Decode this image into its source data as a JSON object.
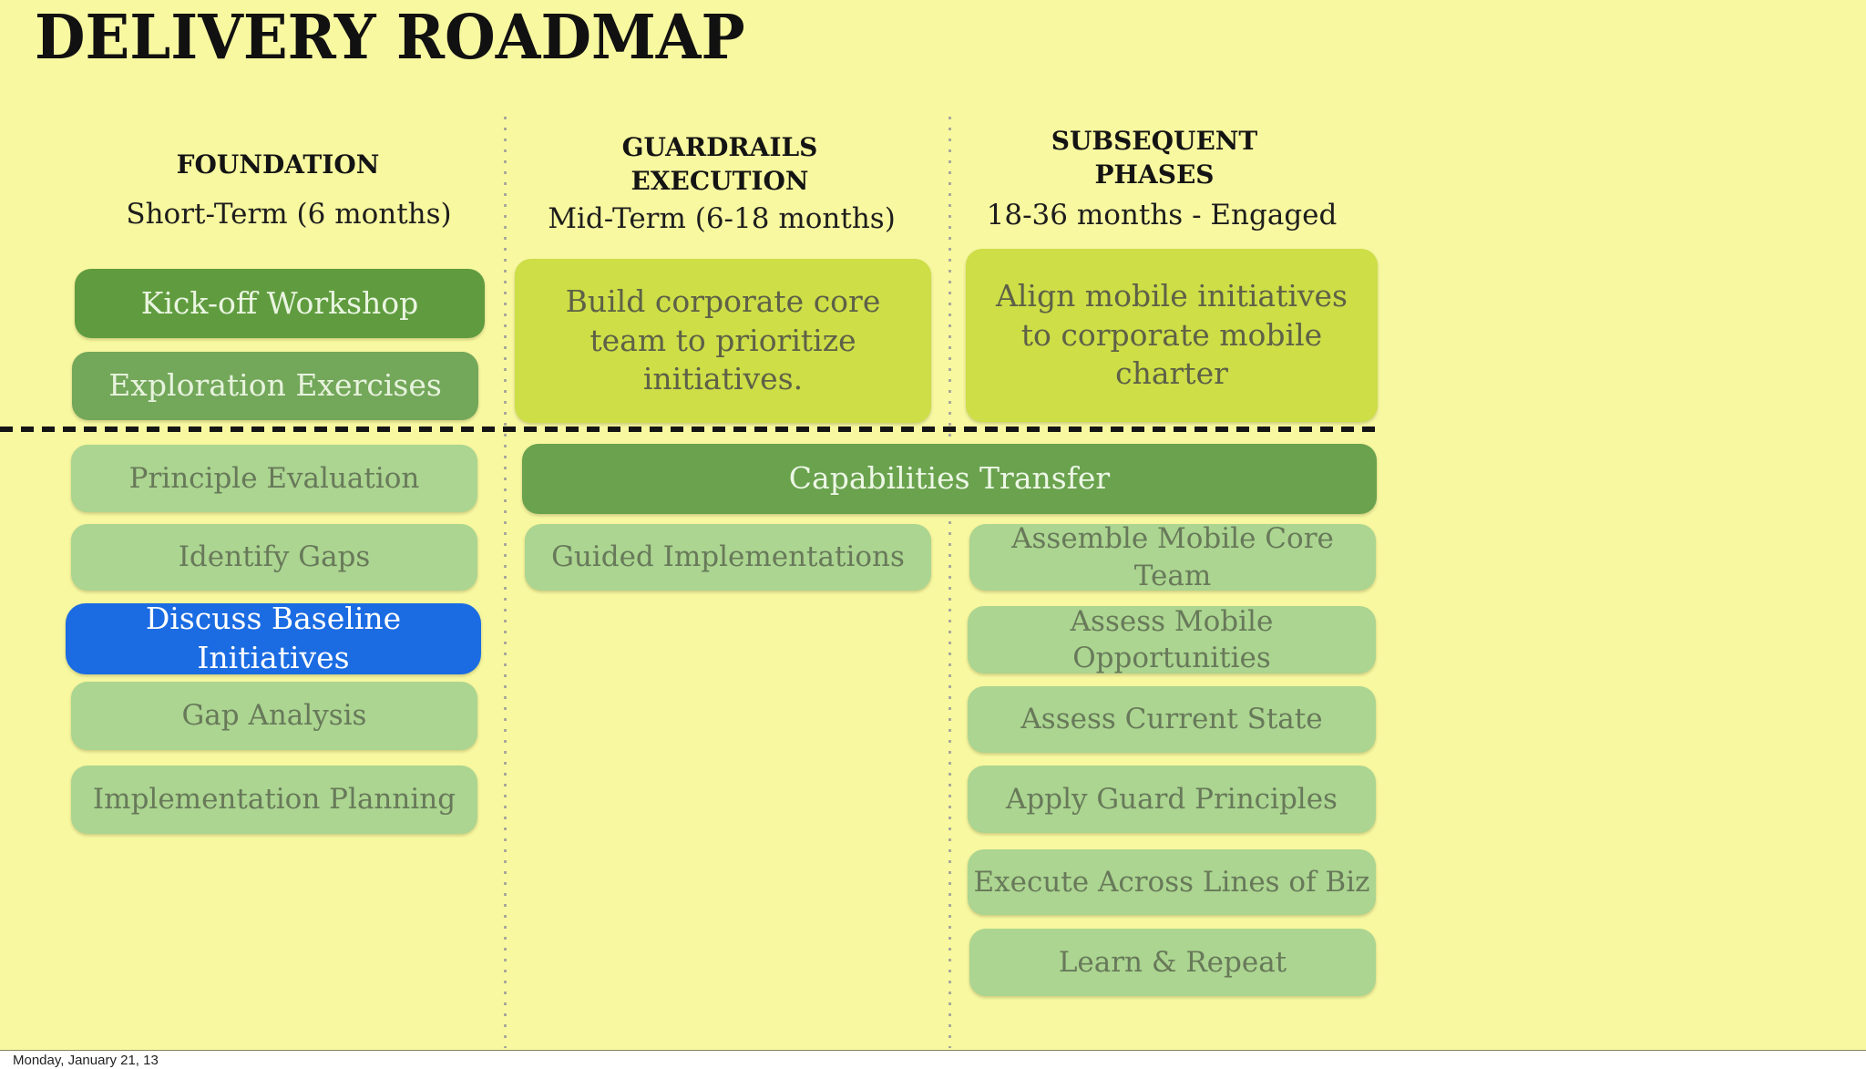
{
  "slide": {
    "title": "DELIVERY ROADMAP",
    "footer_date": "Monday, January 21, 13"
  },
  "columns": {
    "foundation": {
      "line1": "FOUNDATION",
      "subtitle": "Short-Term (6 months)"
    },
    "guardrails": {
      "line1": "GUARDRAILS",
      "line2": "EXECUTION",
      "subtitle": "Mid-Term (6-18 months)"
    },
    "subsequent": {
      "line1": "SUBSEQUENT",
      "line2": "PHASES",
      "subtitle": "18-36 months - Engaged"
    }
  },
  "boxes": {
    "kickoff": {
      "label": "Kick-off Workshop"
    },
    "exploration": {
      "label": "Exploration Exercises"
    },
    "principle": {
      "label": "Principle Evaluation"
    },
    "identify_gaps": {
      "label": "Identify Gaps"
    },
    "discuss_baseline": {
      "label": "Discuss Baseline Initiatives"
    },
    "gap_analysis": {
      "label": "Gap Analysis"
    },
    "implementation_planning": {
      "label": "Implementation Planning"
    },
    "build_core_team": {
      "label": "Build corporate core team to prioritize initiatives."
    },
    "align_mobile": {
      "label": "Align mobile initiatives to corporate mobile charter"
    },
    "capabilities_transfer": {
      "label": "Capabilities Transfer"
    },
    "guided_implementations": {
      "label": "Guided Implementations"
    },
    "assemble_core_team": {
      "label": "Assemble Mobile Core Team"
    },
    "assess_opportunities": {
      "label": "Assess Mobile Opportunities"
    },
    "assess_current_state": {
      "label": "Assess Current State"
    },
    "apply_guard_principles": {
      "label": "Apply Guard Principles"
    },
    "execute_lines_of_biz": {
      "label": "Execute Across Lines of Biz"
    },
    "learn_repeat": {
      "label": "Learn & Repeat"
    }
  },
  "colors": {
    "slide_background": "#f8f8a1",
    "dark_green": "#609c3f",
    "medium_green": "#73a75a",
    "capabilities_green": "#6aa24e",
    "light_green": "#abd590",
    "chartreuse": "#cdde47",
    "highlight_blue": "#1b6ce3",
    "heading_text": "#141414",
    "light_box_text": "#68795a",
    "chartreuse_box_text": "#5e6147",
    "dotted_line": "#a9a89b",
    "dashed_line": "#151515"
  }
}
